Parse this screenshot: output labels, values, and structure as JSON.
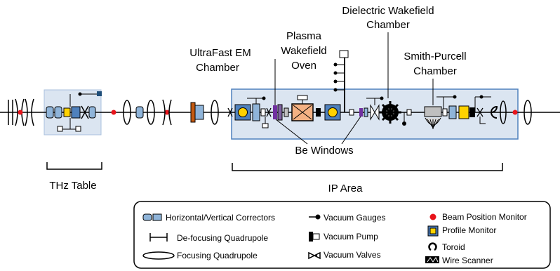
{
  "labels": {
    "dwa_line1": "Dielectric Wakefield",
    "dwa_line2": "Chamber",
    "pwfa_line1": "Plasma",
    "pwfa_line2": "Wakefield",
    "pwfa_line3": "Oven",
    "uem_line1": "UltraFast EM",
    "uem_line2": "Chamber",
    "sp_line1": "Smith-Purcell",
    "sp_line2": "Chamber",
    "be_windows": "Be Windows",
    "thz_table": "THz Table",
    "ip_area": "IP Area"
  },
  "legend": {
    "items": [
      {
        "key": "correctors",
        "label": "Horizontal/Vertical Correctors",
        "icon": "corrector-icon"
      },
      {
        "key": "defocusing",
        "label": "De-focusing Quadrupole",
        "icon": "defocusing-quadrupole-icon"
      },
      {
        "key": "focusing",
        "label": "Focusing Quadrupole",
        "icon": "focusing-quadrupole-icon"
      },
      {
        "key": "gauges",
        "label": "Vacuum Gauges",
        "icon": "vacuum-gauge-icon"
      },
      {
        "key": "pump",
        "label": "Vacuum Pump",
        "icon": "vacuum-pump-icon"
      },
      {
        "key": "valves",
        "label": "Vacuum Valves",
        "icon": "vacuum-valve-icon"
      },
      {
        "key": "bpm",
        "label": "Beam Position Monitor",
        "icon": "bpm-icon"
      },
      {
        "key": "profile",
        "label": "Profile Monitor",
        "icon": "profile-monitor-icon"
      },
      {
        "key": "toroid",
        "label": "Toroid",
        "icon": "toroid-icon"
      },
      {
        "key": "wire",
        "label": "Wire Scanner",
        "icon": "wire-scanner-icon"
      }
    ]
  },
  "colors": {
    "area_fill": "#dbe5f1",
    "area_stroke": "#4f81bd",
    "corrector_fill": "#8fb4d9",
    "be_window": "#7030a0",
    "bpm_red": "#e8141b",
    "profile_yellow": "#ffd200",
    "oven_fill": "#f4b183",
    "quad_fill": "#4f81bd"
  }
}
